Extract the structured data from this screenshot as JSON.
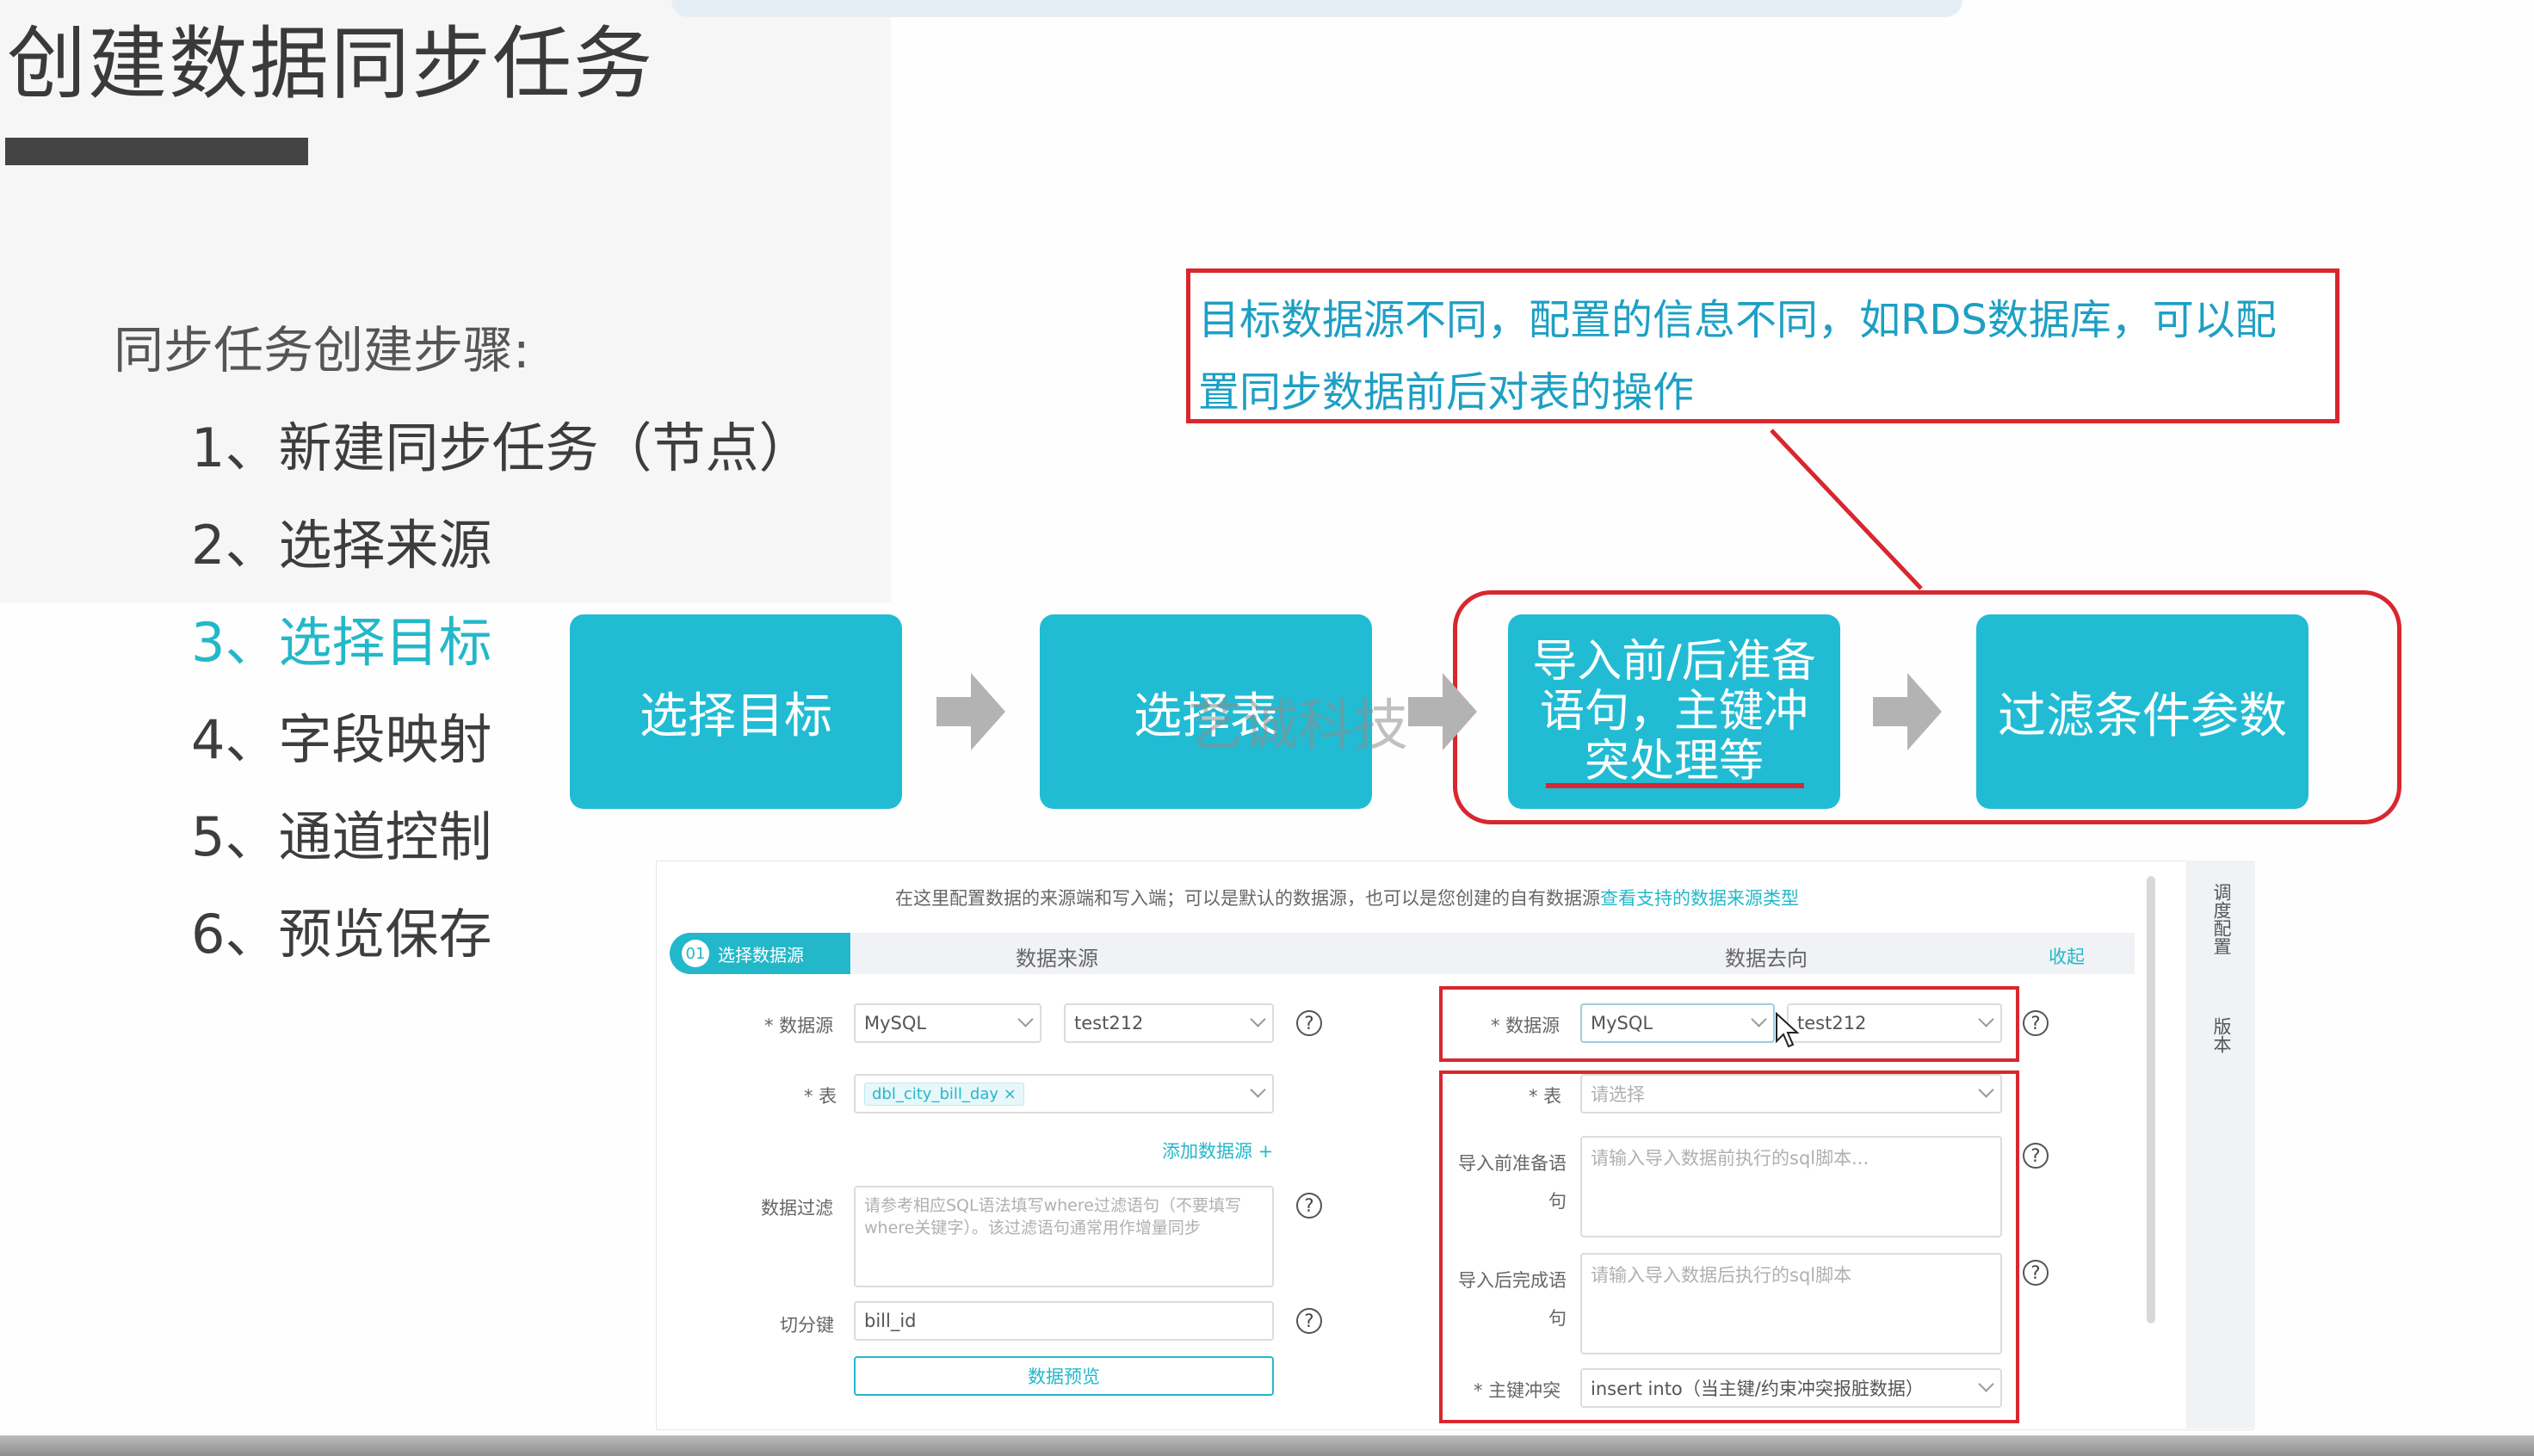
{
  "slide": {
    "title": "创建数据同步任务",
    "steps_heading": "同步任务创建步骤:",
    "steps": [
      "1、新建同步任务（节点）",
      "2、选择来源",
      "3、选择目标",
      "4、字段映射",
      "5、通道控制",
      "6、预览保存"
    ],
    "active_step_index": 2,
    "callout": "目标数据源不同，配置的信息不同，如RDS数据库，可以配置同步数据前后对表的操作",
    "flow": [
      {
        "label": "选择目标"
      },
      {
        "label": "选择表"
      },
      {
        "label": "导入前/后准备语句，主键冲突处理等"
      },
      {
        "label": "过滤条件参数"
      }
    ],
    "watermark": "艺诚科技",
    "colors": {
      "accent": "#21bcd4",
      "highlight": "#d8272f",
      "callout_text": "#1e9fc4"
    }
  },
  "panel": {
    "hint": "在这里配置数据的来源端和写入端；可以是默认的数据源，也可以是您创建的自有数据源",
    "hint_link": "查看支持的数据来源类型",
    "step_num": "01",
    "step_label": "选择数据源",
    "source_header": "数据来源",
    "target_header": "数据去向",
    "collapse_link": "收起",
    "source": {
      "datasource_label": "* 数据源",
      "datasource_type": "MySQL",
      "datasource_name": "test212",
      "table_label": "* 表",
      "table_tag": "dbl_city_bill_day ×",
      "add_source_link": "添加数据源 +",
      "filter_label": "数据过滤",
      "filter_placeholder": "请参考相应SQL语法填写where过滤语句（不要填写where关键字）。该过滤语句通常用作增量同步",
      "split_label": "切分键",
      "split_value": "bill_id",
      "preview_button": "数据预览"
    },
    "target": {
      "datasource_label": "* 数据源",
      "datasource_type": "MySQL",
      "datasource_name": "test212",
      "table_label": "* 表",
      "table_placeholder": "请选择",
      "pre_sql_label": "导入前准备语句",
      "pre_sql_placeholder": "请输入导入数据前执行的sql脚本...",
      "post_sql_label": "导入后完成语句",
      "post_sql_placeholder": "请输入导入数据后执行的sql脚本",
      "conflict_label": "* 主键冲突",
      "conflict_value": "insert into（当主键/约束冲突报脏数据）"
    },
    "right_nav": [
      "调度配置",
      "版本"
    ],
    "help_glyph": "?"
  }
}
